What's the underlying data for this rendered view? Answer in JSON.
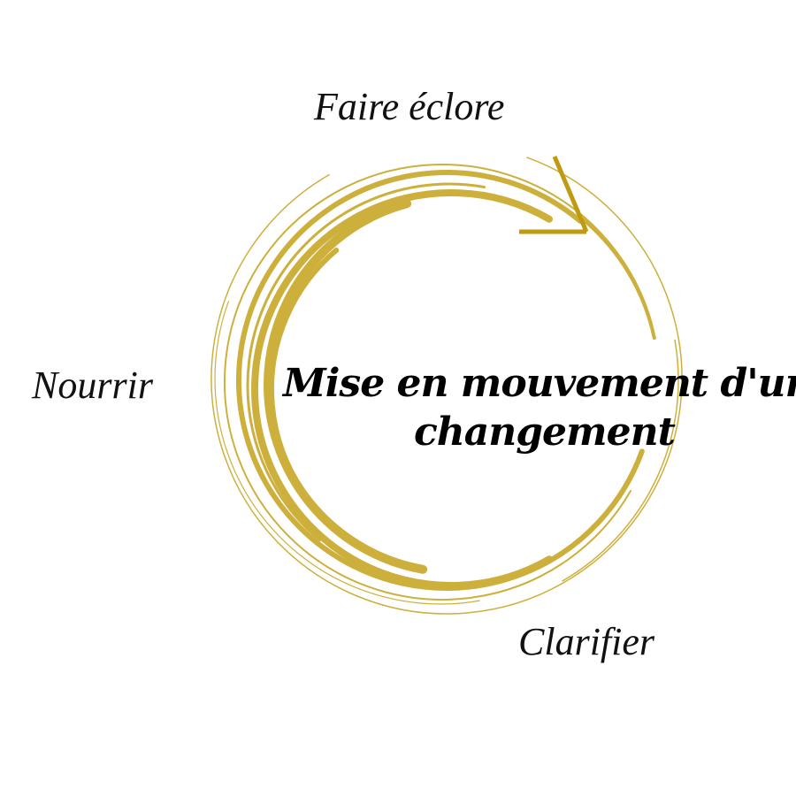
{
  "diagram": {
    "center_line1": "Mise en mouvement d'un",
    "center_line2": "changement",
    "labels": {
      "top": "Faire éclore",
      "left": "Nourrir",
      "bottom": "Clarifier"
    }
  },
  "colors": {
    "circle": "#cdb03c",
    "arrow": "#c09a10",
    "text": "#000000"
  }
}
